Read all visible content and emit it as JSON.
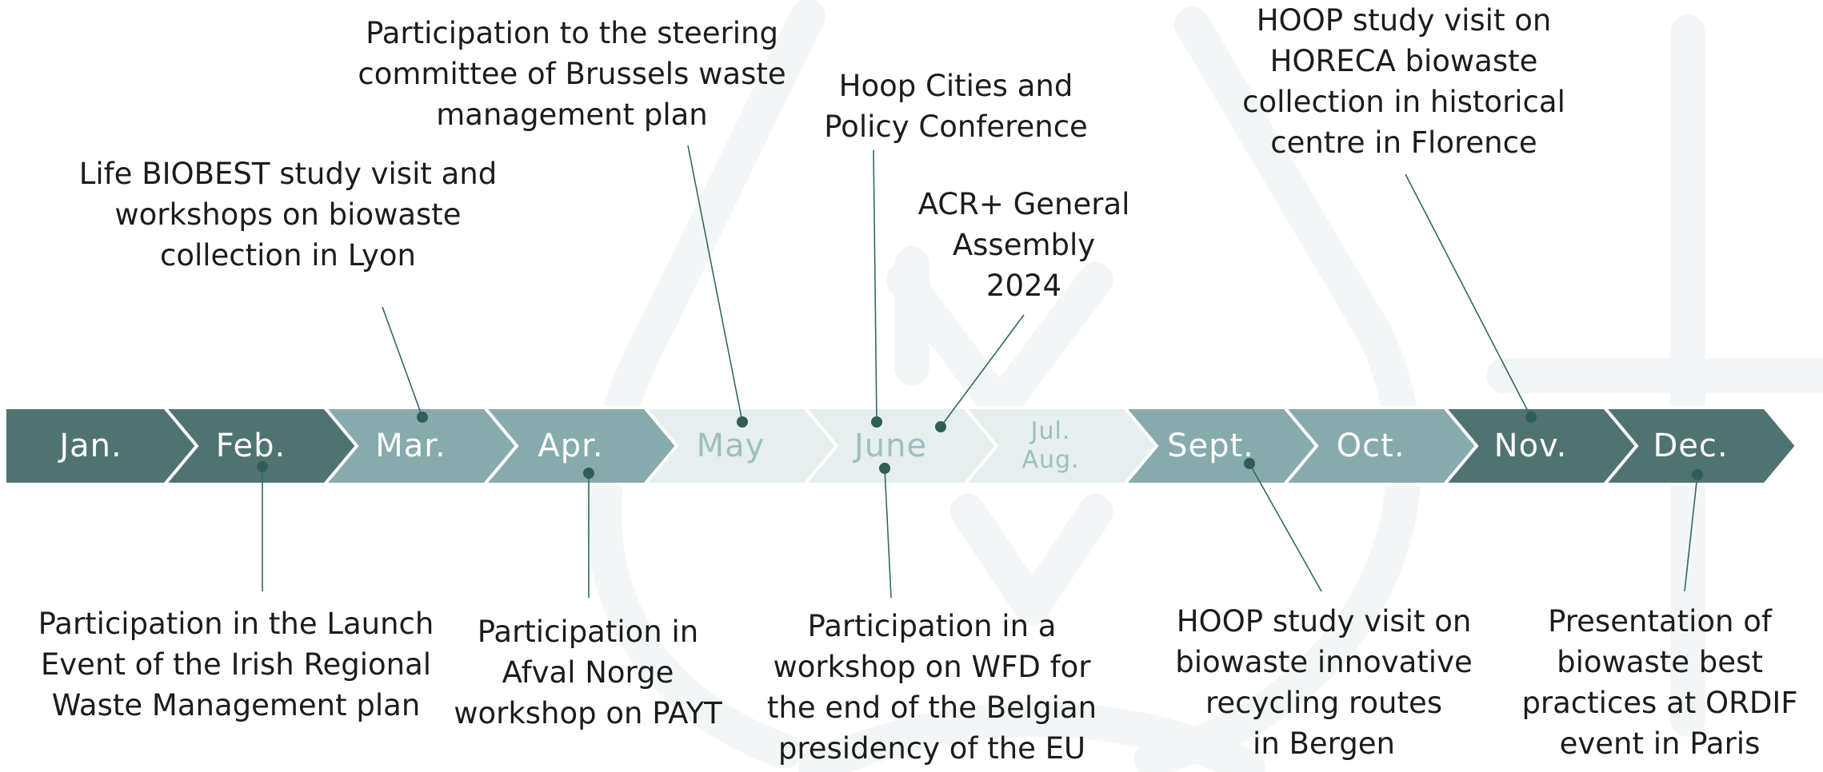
{
  "colors": {
    "dark": "#4f7371",
    "medium": "#87abad",
    "light": "#e6eeee",
    "dot": "#2f5e58",
    "line": "#2f6a62",
    "watermark": "#f3f6f6"
  },
  "months": [
    {
      "label": "Jan.",
      "shade": "dark"
    },
    {
      "label": "Feb.",
      "shade": "dark"
    },
    {
      "label": "Mar.",
      "shade": "medium"
    },
    {
      "label": "Apr.",
      "shade": "medium"
    },
    {
      "label": "May",
      "shade": "light"
    },
    {
      "label": "June",
      "shade": "light"
    },
    {
      "label_lines": [
        "Jul.",
        "Aug."
      ],
      "shade": "light"
    },
    {
      "label": "Sept.",
      "shade": "medium"
    },
    {
      "label": "Oct.",
      "shade": "medium"
    },
    {
      "label": "Nov.",
      "shade": "dark"
    },
    {
      "label": "Dec.",
      "shade": "dark"
    }
  ],
  "events": {
    "steering_committee": [
      "Participation to the steering",
      "committee of Brussels waste",
      "management plan"
    ],
    "hoop_conference": [
      "Hoop Cities and",
      "Policy Conference"
    ],
    "hoop_florence": [
      "HOOP study visit on",
      "HORECA biowaste",
      "collection in historical",
      "centre in Florence"
    ],
    "biobest_lyon": [
      "Life BIOBEST study visit and",
      "workshops on biowaste",
      "collection in Lyon"
    ],
    "acr_assembly": [
      "ACR+ General",
      "Assembly",
      "2024"
    ],
    "irish_launch": [
      "Participation in the Launch",
      "Event of the Irish Regional",
      "Waste Management plan"
    ],
    "afval_norge": [
      "Participation in",
      "Afval Norge",
      "workshop on PAYT"
    ],
    "wfd_workshop": [
      "Participation in a",
      "workshop on WFD for",
      "the end of the Belgian",
      "presidency of the EU"
    ],
    "hoop_bergen": [
      "HOOP study visit on",
      "biowaste innovative",
      "recycling routes",
      "in Bergen"
    ],
    "ordif_paris": [
      "Presentation of",
      "biowaste best",
      "practices at ORDIF",
      "event in Paris"
    ]
  }
}
